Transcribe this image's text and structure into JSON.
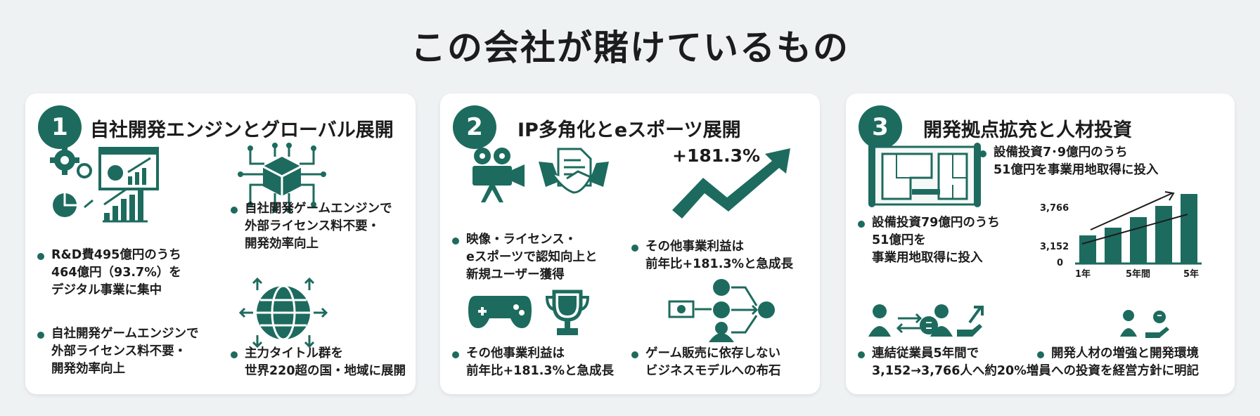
{
  "title": "この会社が賭けているもの",
  "cards": [
    {
      "number": "1",
      "title": "自社開発エンジンとグローバル展開",
      "bullets": [
        {
          "lines": [
            "R&D費495億円のうち",
            "464億円（93.7%）を",
            "デジタル事業に集中"
          ]
        },
        {
          "lines": [
            "自社開発ゲームエンジンで",
            "外部ライセンス料不要・",
            "開発効率向上"
          ]
        },
        {
          "lines": [
            "自社開発ゲームエンジンで",
            "外部ライセンス料不要・",
            "開発効率向上"
          ]
        },
        {
          "lines": [
            "主力タイトル群を",
            "世界220超の国・地域に展開"
          ]
        }
      ]
    },
    {
      "number": "2",
      "title": "IP多角化とeスポーツ展開",
      "growth_label": "+181.3%",
      "bullets": [
        {
          "lines": [
            "映像・ライセンス・",
            "eスポーツで認知向上と",
            "新規ユーザー獲得"
          ]
        },
        {
          "lines": [
            "その他事業利益は",
            "前年比+181.3%と急成長"
          ]
        },
        {
          "lines": [
            "その他事業利益は",
            "前年比+181.3%と急成長"
          ]
        },
        {
          "lines": [
            "ゲーム販売に依存しない",
            "ビジネスモデルへの布石"
          ]
        }
      ]
    },
    {
      "number": "3",
      "title": "開発拠点拡充と人材投資",
      "bullets": [
        {
          "lines": [
            "設備投資7･9億円のうち",
            "51億円を事業用地取得に投入"
          ]
        },
        {
          "lines": [
            "設備投資79億円のうち",
            "51億円を",
            "事業用地取得に投入"
          ]
        },
        {
          "lines": [
            "連結従業員5年間で",
            "3,152→3,766人へ約20%増員"
          ]
        },
        {
          "lines": [
            "開発人材の増強と開発環境",
            "への投資を経営方針に明記"
          ]
        }
      ],
      "chart": {
        "y_labels": [
          "3,766",
          "3,152",
          "0"
        ],
        "x_labels": [
          "1年",
          "5年間",
          "5年"
        ],
        "bar_levels": [
          0.37,
          0.47,
          0.61,
          0.76,
          0.92
        ]
      }
    }
  ],
  "colors": {
    "accent": "#1d6b5e",
    "background": "#eef2f3",
    "card": "#ffffff"
  }
}
